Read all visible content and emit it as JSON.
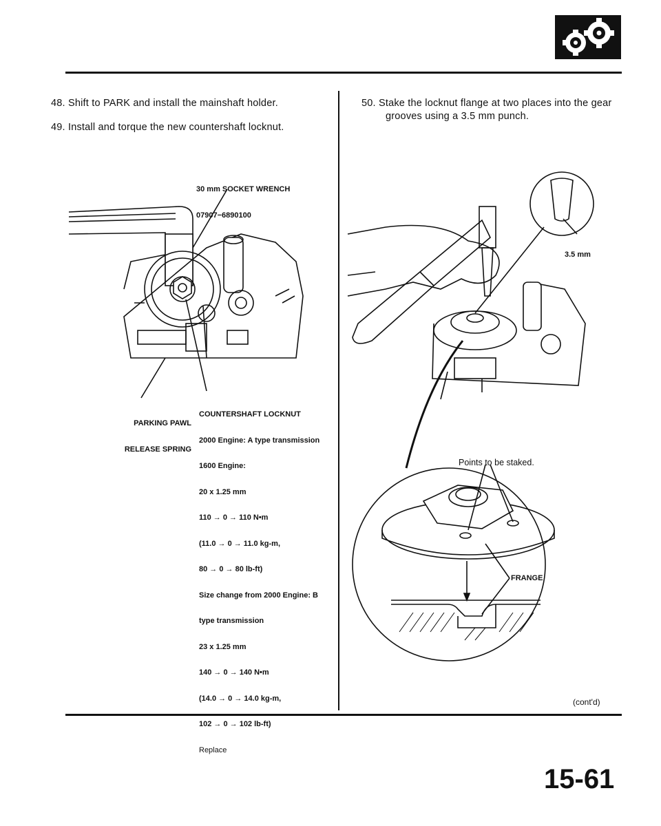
{
  "steps": {
    "s48": "48.  Shift to PARK and install the mainshaft holder.",
    "s49": "49.  Install and torque the new countershaft locknut.",
    "s50_line1": "50.  Stake the locknut flange at two places into the gear",
    "s50_line2": "grooves using a 3.5 mm punch."
  },
  "left_figure": {
    "socket_wrench_line1": "30 mm SOCKET WRENCH",
    "socket_wrench_line2": "07907−6890100",
    "parking_pawl_line1": "PARKING PAWL",
    "parking_pawl_line2": "RELEASE SPRING",
    "locknut_lines": [
      "COUNTERSHAFT LOCKNUT",
      "2000 Engine: A type transmission",
      "1600 Engine:",
      "20 x 1.25 mm",
      "110 → 0 → 110 N•m",
      "(11.0 → 0 → 11.0 kg-m,",
      "80 → 0 → 80 lb-ft)",
      "Size change from 2000 Engine: B",
      "type transmission",
      "23 x 1.25 mm",
      "140 → 0 → 140 N•m",
      "(14.0 → 0 → 14.0 kg-m,",
      "102 → 0 → 102 lb-ft)"
    ],
    "replace": "Replace"
  },
  "right_figure": {
    "punch_size": "3.5 mm",
    "points_label": "Points to be staked.",
    "flange_label": "FRANGE"
  },
  "footer": {
    "contd": "(cont'd)",
    "page_number": "15-61"
  },
  "icon": "transmission-gears-icon"
}
